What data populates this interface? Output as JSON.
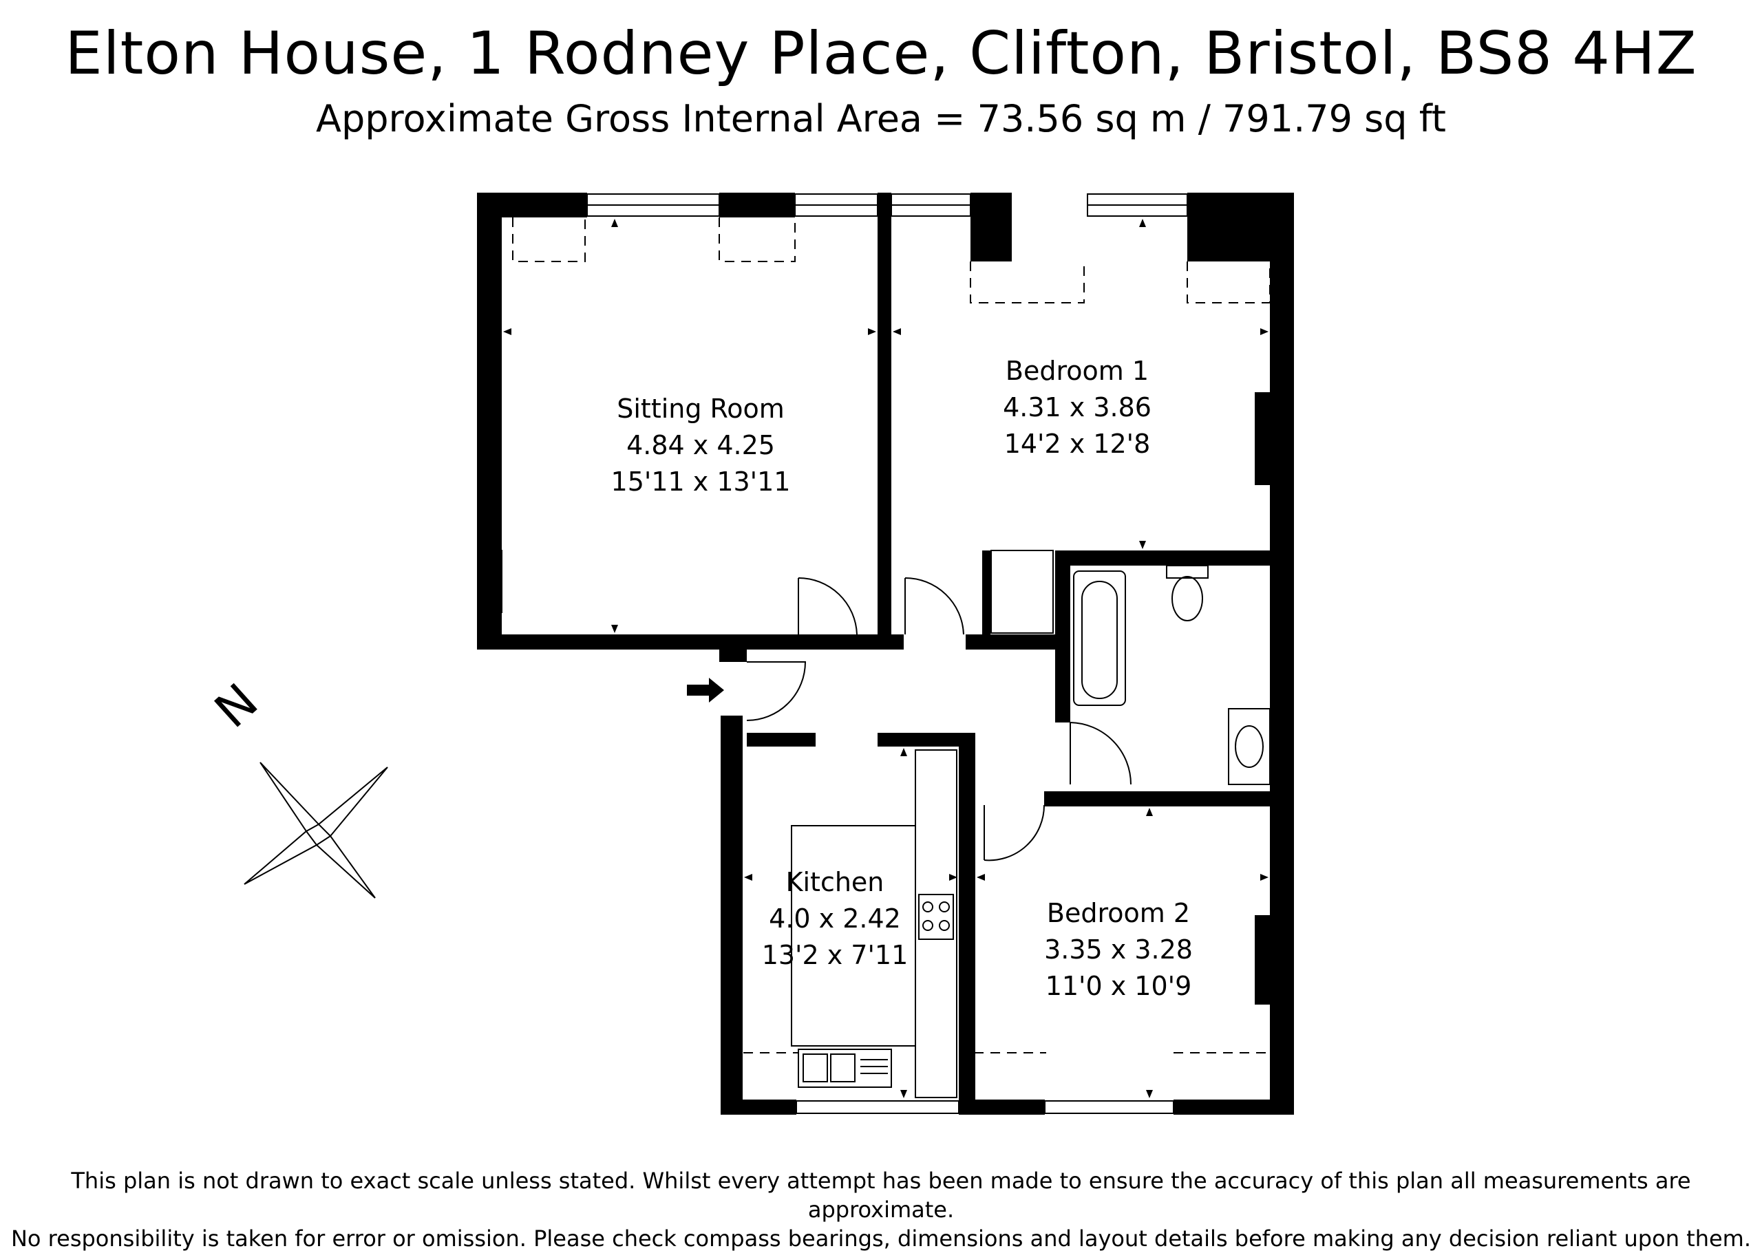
{
  "header": {
    "title": "Elton House, 1 Rodney Place, Clifton, Bristol,  BS8 4HZ",
    "subtitle": "Approximate Gross Internal Area = 73.56 sq m / 791.79 sq ft"
  },
  "rooms": {
    "sitting_room": {
      "name": "Sitting Room",
      "metric": "4.84 x 4.25",
      "imperial": "15'11 x 13'11"
    },
    "bedroom_1": {
      "name": "Bedroom 1",
      "metric": "4.31 x 3.86",
      "imperial": "14'2 x 12'8"
    },
    "kitchen": {
      "name": "Kitchen",
      "metric": "4.0 x 2.42",
      "imperial": "13'2 x 7'11"
    },
    "bedroom_2": {
      "name": "Bedroom 2",
      "metric": "3.35 x 3.28",
      "imperial": "11'0 x 10'9"
    }
  },
  "compass": {
    "label": "N"
  },
  "footer": {
    "line1": "This plan is not drawn to exact scale unless stated.  Whilst every attempt has been made to ensure the accuracy of this plan all measurements are approximate.",
    "line2": "No responsibility is taken for error or omission.  Please check compass bearings, dimensions and layout details before making any decision reliant upon them."
  },
  "colors": {
    "wall": "#000000",
    "background": "#ffffff"
  }
}
